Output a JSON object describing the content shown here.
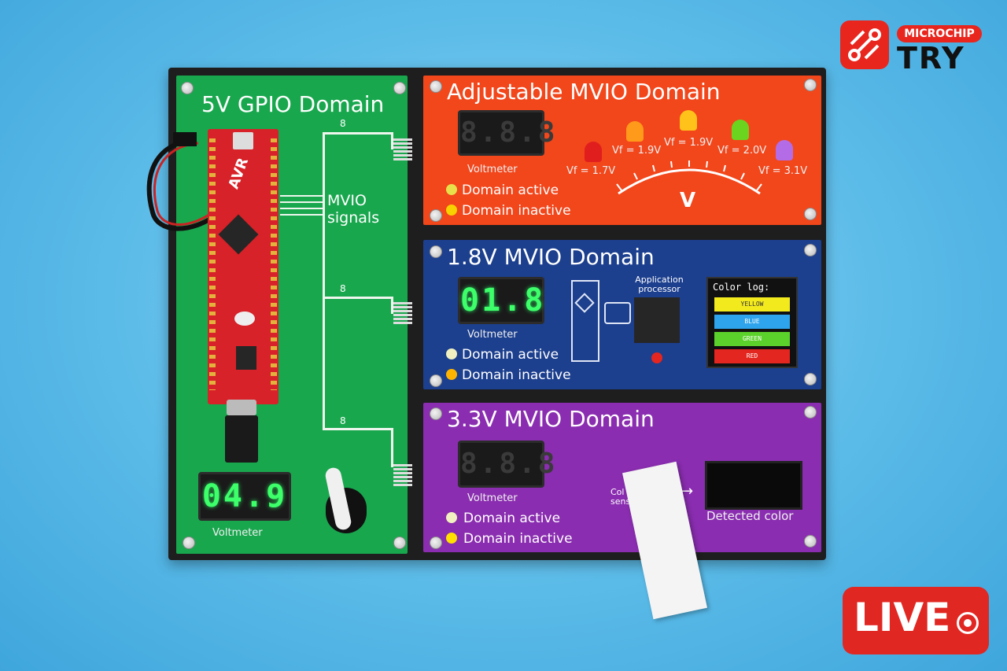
{
  "logo": {
    "brand": "MICROCHIP",
    "product": "TRY"
  },
  "live": {
    "label": "LIVE"
  },
  "panels": {
    "gpio": {
      "title": "5V GPIO Domain",
      "signals_label": "MVIO\nsignals",
      "bus_width": "8",
      "voltmeter": "Voltmeter",
      "reading": "04.9"
    },
    "adjustable": {
      "title": "Adjustable MVIO Domain",
      "reading": "8.8.8",
      "voltmeter": "Voltmeter",
      "active": "Domain active",
      "inactive": "Domain inactive",
      "leds": [
        "Vf = 1.7V",
        "Vf = 1.9V",
        "Vf = 1.9V",
        "Vf = 2.0V",
        "Vf = 3.1V"
      ],
      "gauge_unit": "V"
    },
    "mvio18": {
      "title": "1.8V MVIO Domain",
      "reading": "01.8",
      "voltmeter": "Voltmeter",
      "active": "Domain active",
      "inactive": "Domain inactive",
      "processor": "Application\nprocessor",
      "color_log_title": "Color log:",
      "color_log": [
        {
          "label": "YELLOW",
          "color": "#f3ea1e"
        },
        {
          "label": "BLUE",
          "color": "#2ea4ec"
        },
        {
          "label": "GREEN",
          "color": "#5bd12b"
        },
        {
          "label": "RED",
          "color": "#e3261f"
        }
      ]
    },
    "mvio33": {
      "title": "3.3V MVIO Domain",
      "reading": "8.8.8",
      "voltmeter": "Voltmeter",
      "active": "Domain active",
      "inactive": "Domain inactive",
      "sensor": "Col\nsens",
      "detected": "Detected color"
    }
  },
  "colors": {
    "green_panel": "#19a74e",
    "orange_panel": "#f2461b",
    "blue_panel": "#1c3f8e",
    "purple_panel": "#8a2db0",
    "brand_red": "#e8261e"
  }
}
